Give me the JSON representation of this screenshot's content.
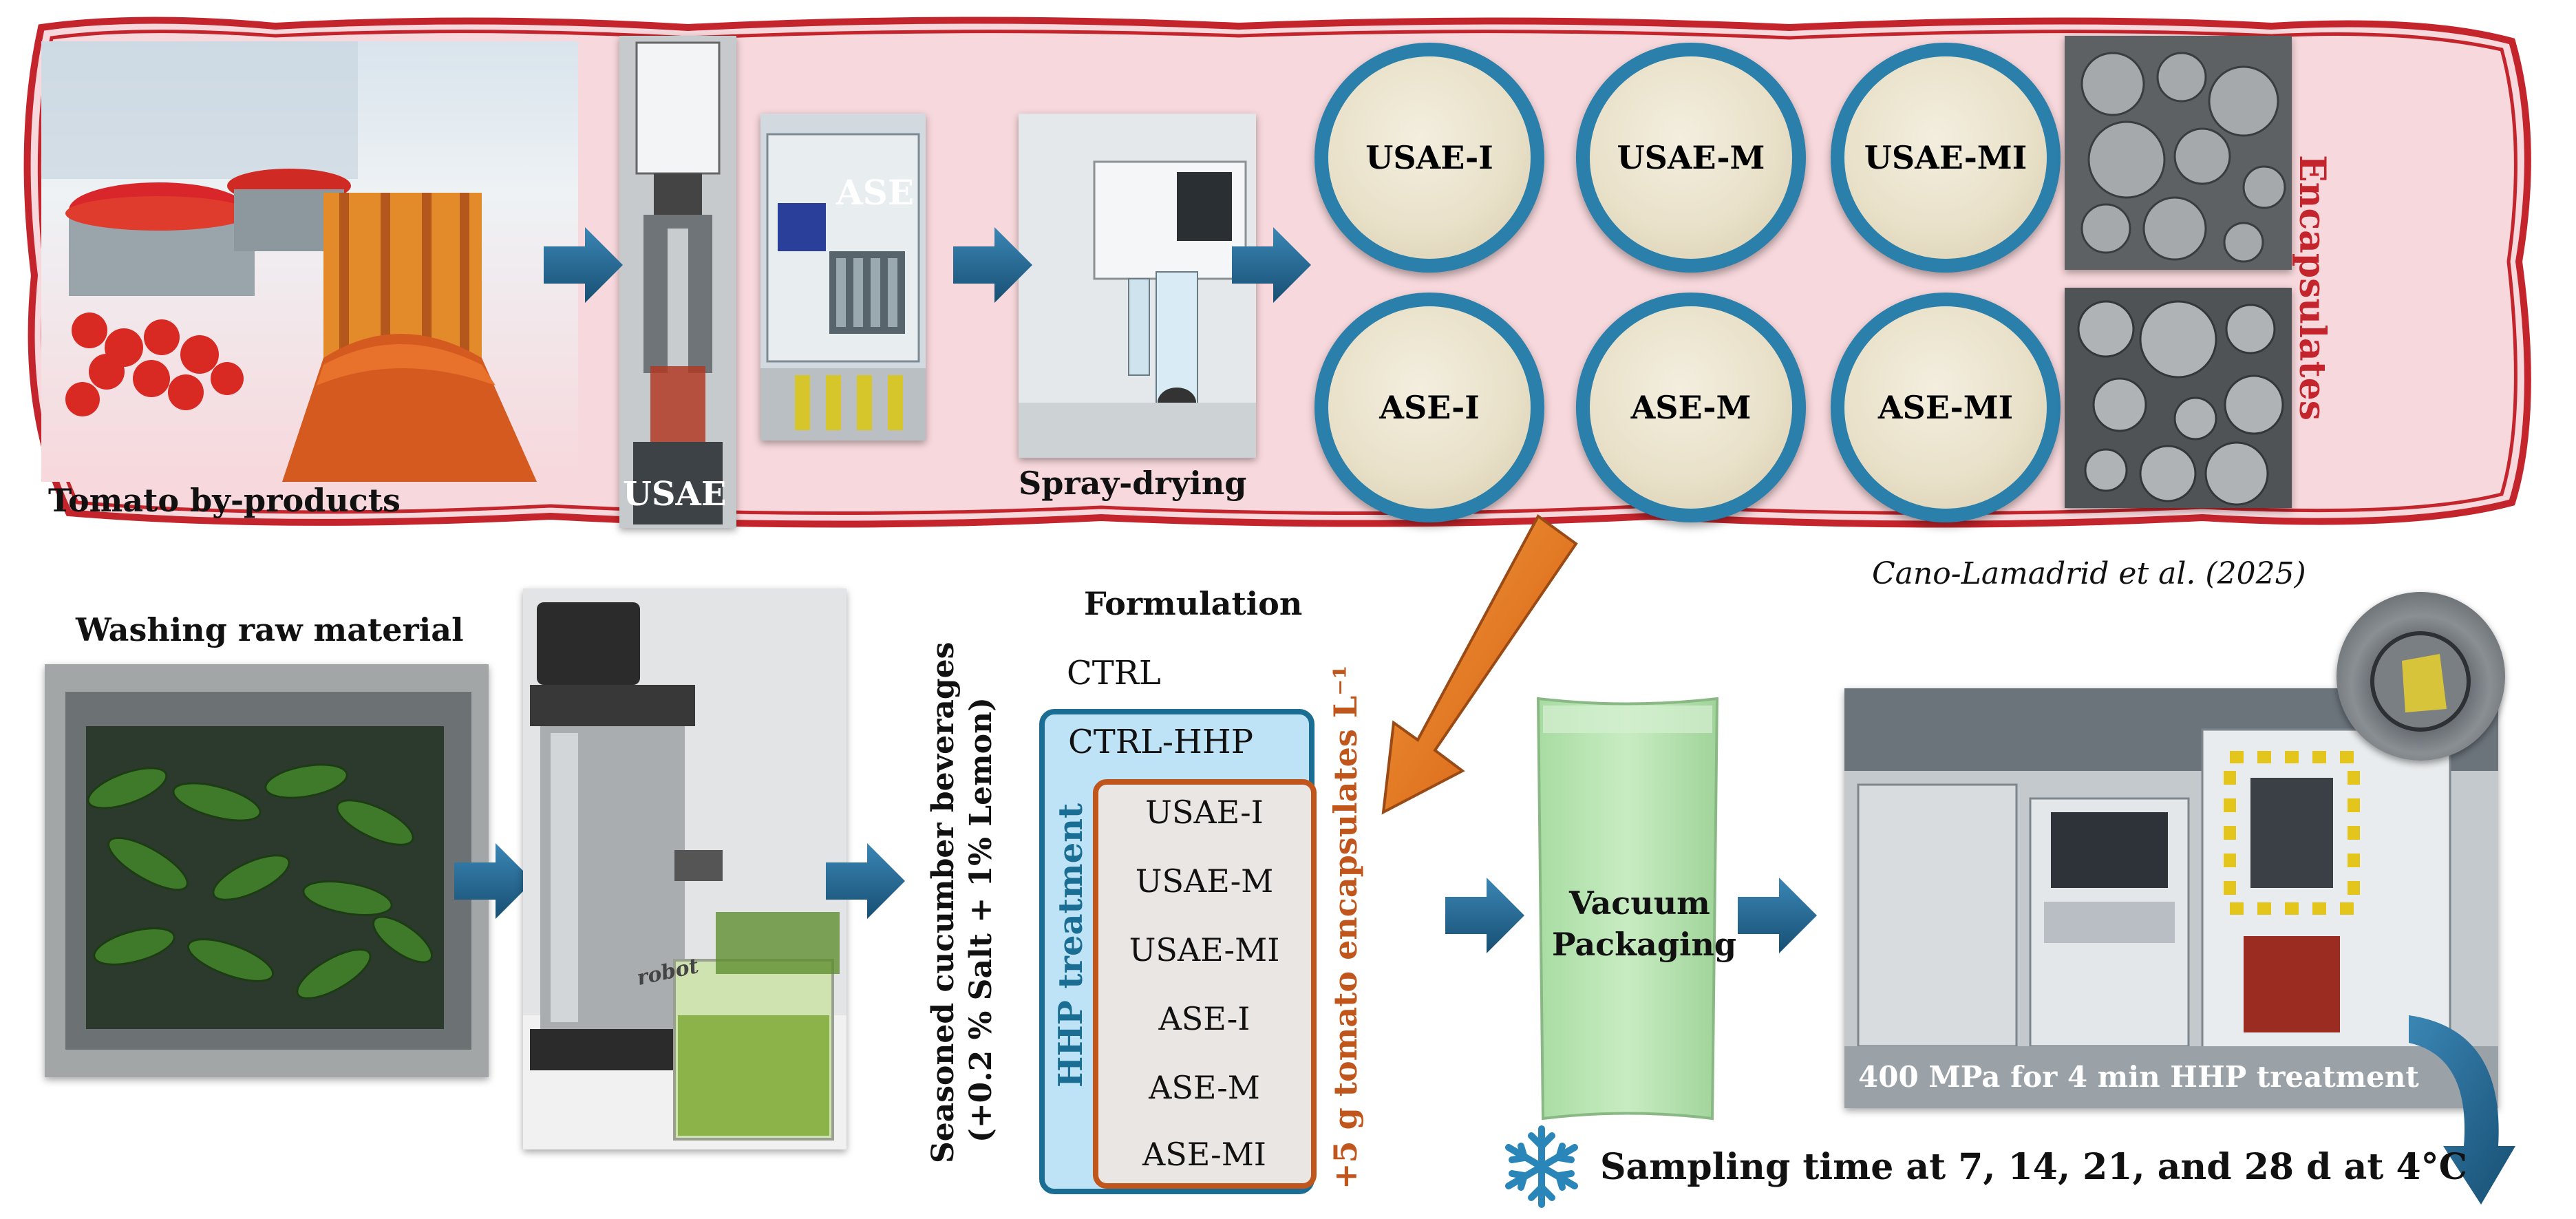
{
  "top_panel": {
    "tomato_label": "Tomato by-products",
    "usae_label": "USAE",
    "ase_label": "ASE",
    "spray_label": "Spray-drying",
    "encapsulates_label": "Encapsulates",
    "capsules": [
      "USAE-I",
      "USAE-M",
      "USAE-MI",
      "ASE-I",
      "ASE-M",
      "ASE-MI"
    ]
  },
  "citation": "Cano-Lamadrid et al. (2025)",
  "washing_label": "Washing raw material",
  "juicer_brand": "robot",
  "beverage_label_line1": "Seasoned cucumber beverages",
  "beverage_label_line2": "(+0.2 % Salt + 1% Lemon)",
  "formulation": {
    "title": "Formulation",
    "ctrl": "CTRL",
    "ctrl_hhp": "CTRL-HHP",
    "hhp_label": "HHP treatment",
    "encaps_label": "+5 g tomato encapsulates L⁻¹",
    "items": [
      "USAE-I",
      "USAE-M",
      "USAE-MI",
      "ASE-I",
      "ASE-M",
      "ASE-MI"
    ]
  },
  "vacuum_label_line1": "Vacuum",
  "vacuum_label_line2": "Packaging",
  "hhp_caption": "400 MPa for 4 min HHP treatment",
  "sampling_label": "Sampling time at 7, 14, 21, and 28 d at 4°C",
  "colors": {
    "frame_red": "#c4242b",
    "panel_pink": "#f7d8dc",
    "arrow_blue": "#1f5f86",
    "arrow_orange": "#e8781e",
    "hhp_box": "#1a6e94",
    "encaps_box": "#c0561c"
  }
}
